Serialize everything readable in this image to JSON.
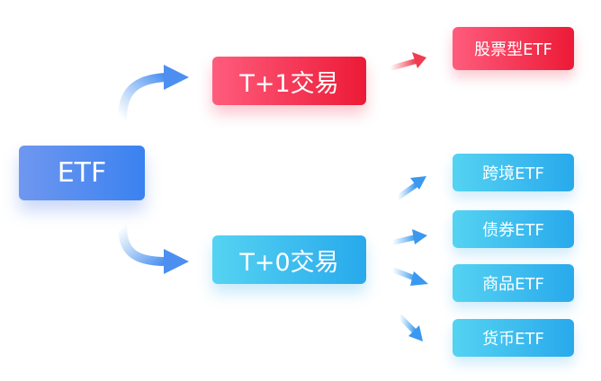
{
  "root": {
    "label": "ETF"
  },
  "branches": [
    {
      "label": "T+1交易",
      "color": "red",
      "children": [
        {
          "label": "股票型ETF"
        }
      ]
    },
    {
      "label": "T+0交易",
      "color": "blue",
      "children": [
        {
          "label": "跨境ETF"
        },
        {
          "label": "债券ETF"
        },
        {
          "label": "商品ETF"
        },
        {
          "label": "货币ETF"
        }
      ]
    }
  ],
  "colors": {
    "root": "#4a8af0",
    "red": "#ee2a48",
    "blue": "#33b4ee",
    "arrow_blue": "#5aa0ee",
    "arrow_red": "#f03c50"
  }
}
